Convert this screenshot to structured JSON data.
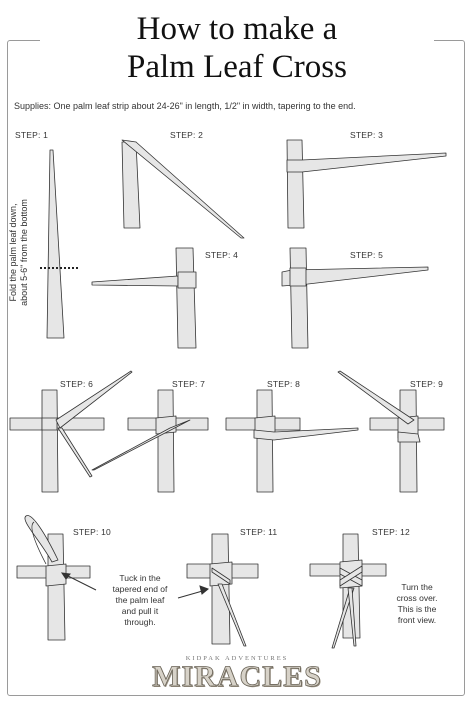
{
  "title": {
    "line1": "How to make a",
    "line2": "Palm Leaf Cross"
  },
  "supplies": "Supplies: One palm leaf strip about 24-26\" in length, 1/2\" in width, tapering to the end.",
  "steps": [
    "STEP: 1",
    "STEP: 2",
    "STEP: 3",
    "STEP: 4",
    "STEP: 5",
    "STEP: 6",
    "STEP: 7",
    "STEP: 8",
    "STEP: 9",
    "STEP: 10",
    "STEP: 11",
    "STEP: 12"
  ],
  "fold_note": {
    "line1": "Fold the palm leaf down,",
    "line2": "about 5-6\" from the bottom"
  },
  "tuck_note": {
    "line1": "Tuck in the",
    "line2": "tapered end of",
    "line3": "the palm leaf",
    "line4": "and pull it",
    "line5": "through."
  },
  "turn_note": {
    "line1": "Turn the",
    "line2": "cross over.",
    "line3": "This is the",
    "line4": "front view."
  },
  "logo": {
    "small": "KIDPAK ADVENTURES",
    "big": "MIRACLES"
  },
  "colors": {
    "leaf_fill": "#e6e6e6",
    "outline": "#333333",
    "frame": "#9a9a9a"
  }
}
